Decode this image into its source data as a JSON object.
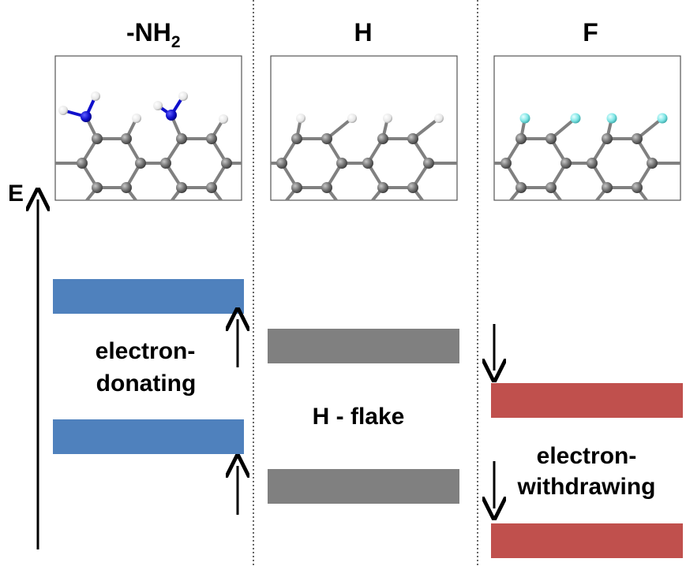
{
  "columns": [
    {
      "key": "nh2",
      "title": "-NH",
      "title_sub": "2"
    },
    {
      "key": "h",
      "title": "H"
    },
    {
      "key": "f",
      "title": "F"
    }
  ],
  "axis": {
    "label": "E"
  },
  "labels": {
    "donating_line1": "electron-",
    "donating_line2": "donating",
    "flake": "H - flake",
    "withdrawing_line1": "electron-",
    "withdrawing_line2": "withdrawing"
  },
  "colors": {
    "donating_level": "#4f81bd",
    "reference_level": "#808080",
    "withdrawing_level": "#c0504d",
    "carbon": "#6e6e6e",
    "nitrogen": "#1010cc",
    "hydrogen": "#f2f2f2",
    "fluorine": "#7fe6e6",
    "bond": "#808080",
    "divider": "#000000"
  },
  "icons": [
    "up-arrow-icon",
    "down-arrow-icon",
    "molecule-structure"
  ]
}
